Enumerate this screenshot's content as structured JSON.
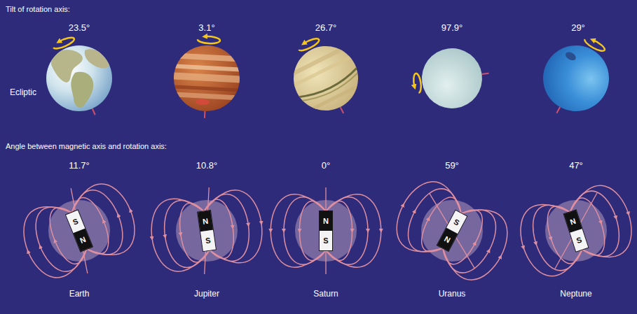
{
  "diagram": {
    "nodes": [
      {
        "text": [
          "S",
          "N"
        ]
      },
      {
        "text": [
          "N",
          "S"
        ]
      },
      {
        "text": [
          "N",
          "S"
        ]
      },
      {
        "text": [
          "S",
          "N"
        ]
      },
      {
        "text": [
          "N",
          "S"
        ]
      }
    ],
    "labels": [
      "Tilt of rotation axis:",
      "23.5°",
      "3.1°",
      "26.7°",
      "97.9°",
      "29°",
      "Ecliptic",
      "Angle between magnetic axis and rotation axis:",
      "11.7°",
      "10.8°",
      "0°",
      "59°",
      "47°",
      "Earth",
      "Jupiter",
      "Saturn",
      "Uranus",
      "Neptune"
    ]
  }
}
